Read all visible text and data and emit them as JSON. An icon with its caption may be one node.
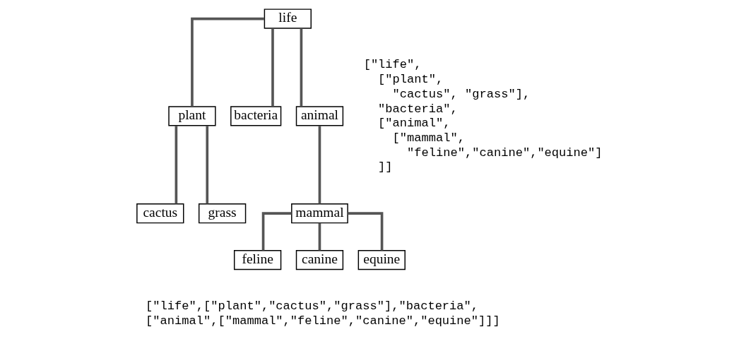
{
  "diagram": {
    "nodes": [
      {
        "text": [
          "life"
        ]
      },
      {
        "text": [
          "plant"
        ]
      },
      {
        "text": [
          "bacteria"
        ]
      },
      {
        "text": [
          "animal"
        ]
      },
      {
        "text": [
          "cactus"
        ]
      },
      {
        "text": [
          "grass"
        ]
      },
      {
        "text": [
          "mammal"
        ]
      },
      {
        "text": [
          "feline"
        ]
      },
      {
        "text": [
          "canine"
        ]
      },
      {
        "text": [
          "equine"
        ]
      }
    ],
    "edges": [
      {
        "from": 0,
        "to": 1,
        "arrow": "none"
      },
      {
        "from": 0,
        "to": 2,
        "arrow": "none"
      },
      {
        "from": 0,
        "to": 3,
        "arrow": "none"
      },
      {
        "from": 1,
        "to": 4,
        "arrow": "none"
      },
      {
        "from": 1,
        "to": 5,
        "arrow": "none"
      },
      {
        "from": 3,
        "to": 6,
        "arrow": "none"
      },
      {
        "from": 6,
        "to": 7,
        "arrow": "none"
      },
      {
        "from": 6,
        "to": 8,
        "arrow": "none"
      },
      {
        "from": 6,
        "to": 9,
        "arrow": "none"
      }
    ],
    "labels": [
      "[\"life\",",
      "[\"plant\",",
      "\"cactus\", \"grass\"],",
      "\"bacteria\",",
      "[\"animal\",",
      "[\"mammal\",",
      "\"feline\",\"canine\",\"equine\"]",
      "]]",
      "[\"life\",[\"plant\",\"cactus\",\"grass\"],\"bacteria\",",
      "[\"animal\",[\"mammal\",\"feline\",\"canine\",\"equine\"]]]"
    ]
  }
}
